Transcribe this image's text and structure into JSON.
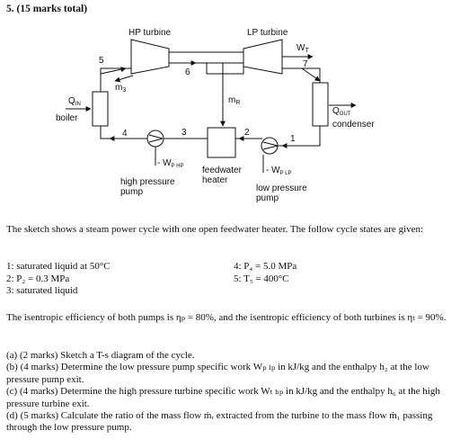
{
  "title": "5. (15 marks total)",
  "diagram": {
    "hp_turbine": "HP turbine",
    "lp_turbine": "LP turbine",
    "wt": "W",
    "wt_sub": "T",
    "q_in": "Q",
    "q_in_sub": "IN",
    "boiler": "boiler",
    "q_out": "Q",
    "q_out_sub": "OUT",
    "condenser": "condenser",
    "m3": "m",
    "m3_sub": "3",
    "mr": "m",
    "mr_sub": "R",
    "state_5": "5",
    "state_6": "6",
    "state_7": "7",
    "state_4": "4",
    "state_3": "3",
    "state_2": "2",
    "state_1": "1",
    "wphp": "- W",
    "wphp_sub": "P HP",
    "wplp": "- W",
    "wplp_sub": "P LP",
    "hp_pump_1": "high pressure",
    "hp_pump_2": "pump",
    "fwh_1": "feedwater",
    "fwh_2": "heater",
    "lp_pump_1": "low pressure",
    "lp_pump_2": "pump"
  },
  "intro": "The sketch shows a steam power cycle with one open feedwater heater. The follow cycle states are given:",
  "states_left": [
    "1: saturated liquid at 50°C",
    "2: P₂ = 0.3 MPa",
    "3: saturated liquid"
  ],
  "states_right": [
    "4: P₄ = 5.0 MPa",
    "5: T₅ = 400°C"
  ],
  "efficiency": "The isentropic efficiency of both pumps is ηₚ = 80%, and the isentropic efficiency of both turbines is ηₜ = 90%.",
  "questions": [
    "(a) (2 marks) Sketch a T-s diagram of the cycle.",
    "(b) (4 marks) Determine the low pressure pump specific work Wₚ ₗₚ in kJ/kg and the enthalpy h₂ at the low pressure pump exit.",
    "(c) (4 marks) Determine the high pressure turbine specific work Wₜ ₕₚ in kJ/kg and the enthalpy h₆ at the high pressure turbine exit.",
    "(d) (5 marks) Calculate the ratio of the mass flow ṁᵣ extracted from the turbine to the mass flow ṁ₁ passing through the low pressure pump."
  ]
}
